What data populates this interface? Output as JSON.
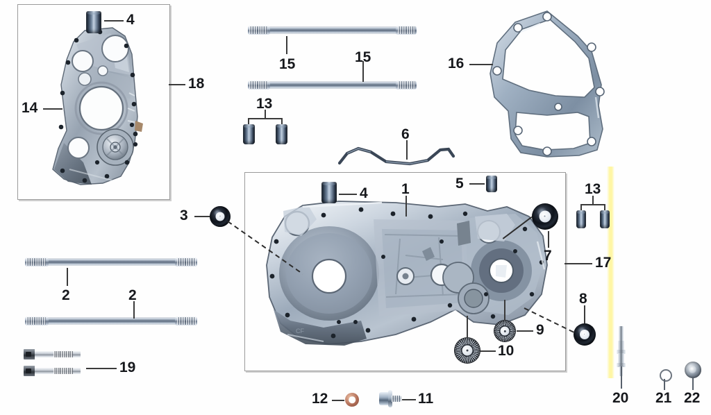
{
  "diagram": {
    "title": "Engine Crankcase Assembly Exploded Parts Diagram",
    "background_color": "#ffffff",
    "highlight_color": "#fff6a0",
    "line_color": "#3a3a3a",
    "box_border_color": "#9a9a9a"
  },
  "groups": [
    {
      "id": "box-18",
      "label": "18",
      "label_14": "14",
      "description": "Left crankcase cover assembly (boxed group)"
    },
    {
      "id": "box-17",
      "label": "17",
      "description": "Right crankcase half assembly (boxed group)"
    }
  ],
  "callouts": {
    "n1": {
      "number": "1",
      "part": "crankcase-left-half"
    },
    "n2a": {
      "number": "2",
      "part": "long-stud-bolt-upper"
    },
    "n2b": {
      "number": "2",
      "part": "long-stud-bolt-lower"
    },
    "n3": {
      "number": "3",
      "part": "oil-seal-crankshaft"
    },
    "n4a": {
      "number": "4",
      "part": "dowel-pin-cover"
    },
    "n4b": {
      "number": "4",
      "part": "dowel-pin-case"
    },
    "n5": {
      "number": "5",
      "part": "dowel-pin-small"
    },
    "n6": {
      "number": "6",
      "part": "breather-wire-rod"
    },
    "n7": {
      "number": "7",
      "part": "oil-seal-shaft"
    },
    "n8": {
      "number": "8",
      "part": "oil-seal-gearshift"
    },
    "n9": {
      "number": "9",
      "part": "ball-bearing-small"
    },
    "n10": {
      "number": "10",
      "part": "ball-bearing-large"
    },
    "n11": {
      "number": "11",
      "part": "flange-bolt"
    },
    "n12": {
      "number": "12",
      "part": "copper-sealing-washer"
    },
    "n13a": {
      "number": "13",
      "part": "dowel-pin-pair-upper"
    },
    "n13b": {
      "number": "13",
      "part": "dowel-pin-pair-right"
    },
    "n14": {
      "number": "14",
      "part": "crankcase-cover-right"
    },
    "n15a": {
      "number": "15",
      "part": "stud-bolt-upper"
    },
    "n15b": {
      "number": "15",
      "part": "stud-bolt-lower"
    },
    "n16": {
      "number": "16",
      "part": "crankcase-gasket"
    },
    "n17": {
      "number": "17",
      "part": "crankcase-right-assembly"
    },
    "n18": {
      "number": "18",
      "part": "crankcase-cover-assembly"
    },
    "n19": {
      "number": "19",
      "part": "socket-head-cap-screw"
    },
    "n20": {
      "number": "20",
      "part": "stepped-shaft-pin"
    },
    "n21": {
      "number": "21",
      "part": "small-ring-washer"
    },
    "n22": {
      "number": "22",
      "part": "threaded-collar-nut"
    }
  }
}
